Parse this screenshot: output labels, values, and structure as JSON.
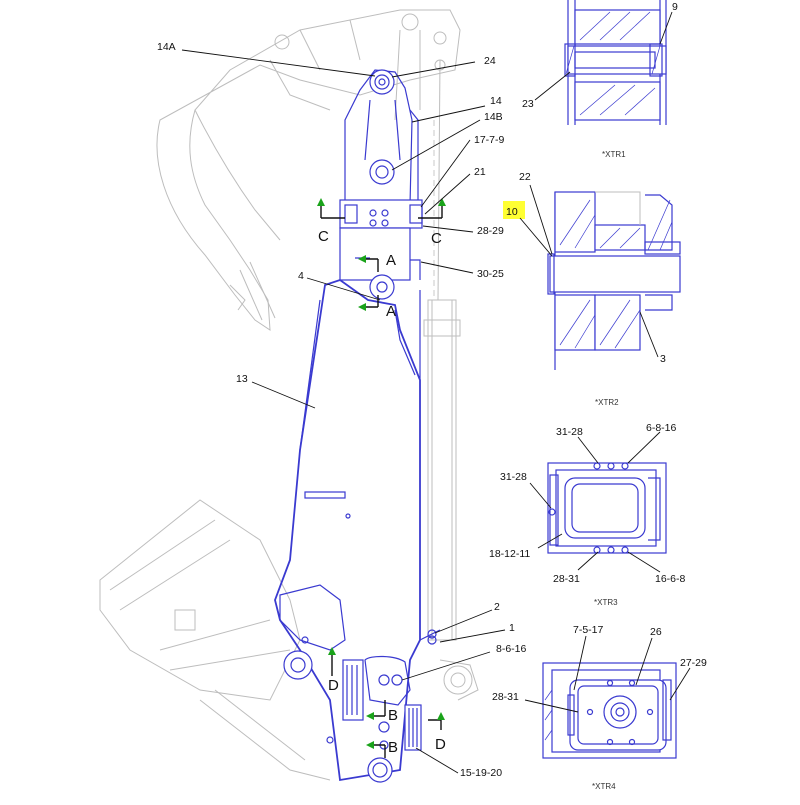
{
  "callouts": {
    "c14A": "14A",
    "c24": "24",
    "c14": "14",
    "c14B": "14B",
    "c17_7_9": "17-7-9",
    "c21": "21",
    "c28_29": "28-29",
    "c30_25": "30-25",
    "c4": "4",
    "c13": "13",
    "c2": "2",
    "c1": "1",
    "c8_6_16": "8-6-16",
    "c15_19_20": "15-19-20",
    "c9": "9",
    "c23": "23",
    "c22": "22",
    "c10": "10",
    "c3": "3",
    "c31_28_top": "31-28",
    "c6_8_16": "6-8-16",
    "c31_28_left": "31-28",
    "c18_12_11": "18-12-11",
    "c28_31_xtr3": "28-31",
    "c16_6_8": "16-6-8",
    "c7_5_17": "7-5-17",
    "c26": "26",
    "c27_29": "27-29",
    "c28_31_xtr4": "28-31"
  },
  "sections": {
    "A": "A",
    "B": "B",
    "C": "C",
    "D": "D"
  },
  "captions": {
    "xtr1": "*XTR1",
    "xtr2": "*XTR2",
    "xtr3": "*XTR3",
    "xtr4": "*XTR4"
  },
  "colors": {
    "part_outline": "#3a3ad0",
    "context_outline": "#bdbdbd",
    "section_arrow": "#1aa31a",
    "highlight": "#ffff33"
  }
}
